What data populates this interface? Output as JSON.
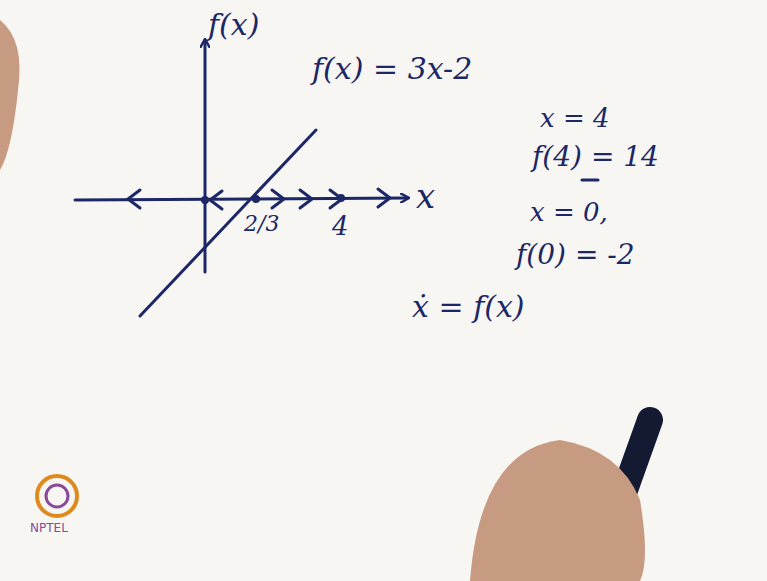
{
  "diagram": {
    "labels": [
      "f(x)",
      "f(x) = 3x-2",
      "x",
      "2/3",
      "4",
      "x = 4",
      "f(4) = 14",
      "x = 0,",
      "f(0) = -2",
      "ẋ = f(x)",
      "NPTEL"
    ]
  }
}
